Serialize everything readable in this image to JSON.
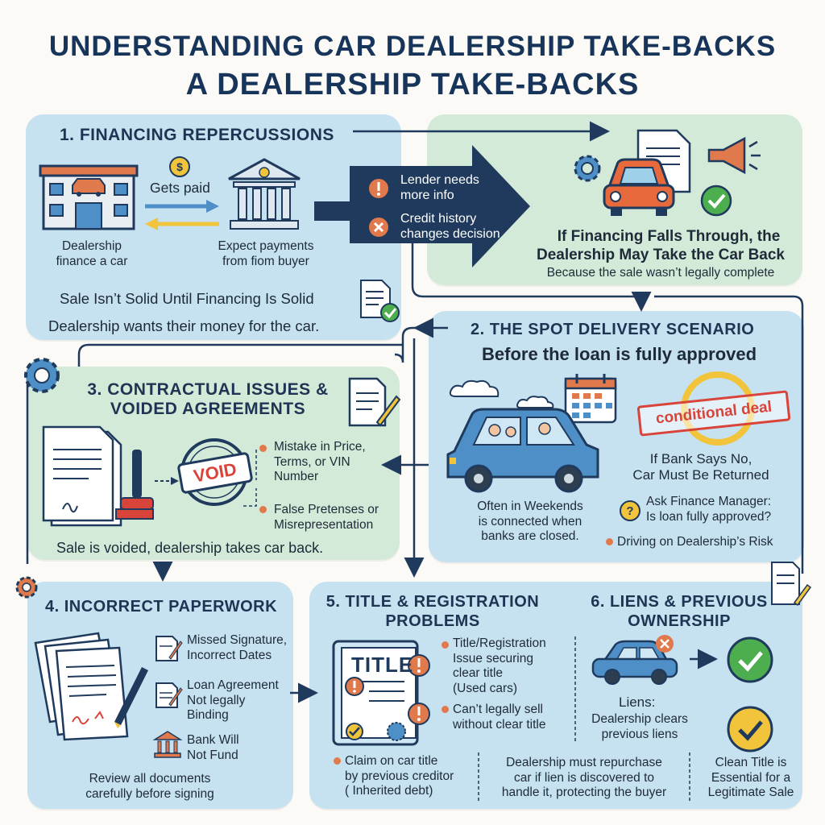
{
  "title": {
    "line1": "UNDERSTANDING CAR DEALERSHIP TAKE-BACKS",
    "line2": "A DEALERSHIP TAKE-BACKS"
  },
  "financing": {
    "heading": "1. FINANCING REPERCUSSIONS",
    "gets_paid": "Gets paid",
    "dealership_label": "Dealership\nfinance a car",
    "expect_label": "Expect payments\nfrom fiom buyer",
    "sale_not_solid": "Sale Isn’t Solid Until Financing Is Solid",
    "wants_money": "Dealership wants their money for the car."
  },
  "reasons": {
    "lender": "Lender needs\nmore info",
    "credit": "Credit history\nchanges decision"
  },
  "takeback": {
    "line1": "If Financing Falls Through, the",
    "line2": "Dealership May Take the Car Back",
    "sub": "Because the sale wasn’t legally complete"
  },
  "spot": {
    "heading": "2. THE SPOT DELIVERY SCENARIO",
    "subheading": "Before the loan is fully approved",
    "stamp": "conditional deal",
    "bank_no": "If Bank Says No,\nCar Must Be Returned",
    "weekends": "Often in Weekends\nis connected when\nbanks are closed.",
    "ask": "Ask Finance Manager:\nIs loan fully approved?",
    "risk": "Driving on Dealership’s Risk"
  },
  "contract": {
    "heading": "3. CONTRACTUAL ISSUES &\nVOIDED AGREEMENTS",
    "void_stamp": "VOID",
    "mistake": "Mistake in Price,\nTerms, or VIN\nNumber",
    "false_pretenses": "False Pretenses or\nMisrepresentation",
    "voided": "Sale is voided, dealership takes car back."
  },
  "paperwork": {
    "heading": "4. INCORRECT PAPERWORK",
    "missed_sig": "Missed Signature,\nIncorrect Dates",
    "loan_agreement": "Loan Agreement\nNot legally\nBinding",
    "bank_fund": "Bank Will\nNot Fund",
    "review": "Review all documents\ncarefully before signing"
  },
  "title_reg": {
    "heading": "5. TITLE & REGISTRATION\nPROBLEMS",
    "title_doc": "TITLE",
    "issue": "Title/Registration\nIssue securing\nclear title\n(Used cars)",
    "cant_sell": "Can’t legally sell\nwithout clear title",
    "claim": "Claim on car title\nby previous creditor\n( Inherited debt)"
  },
  "liens": {
    "heading": "6. LIENS & PREVIOUS\nOWNERSHIP",
    "liens_label": "Liens:",
    "clears": "Dealership clears\nprevious liens",
    "repurchase": "Dealership must repurchase\ncar if lien is discovered to\nhandle it, protecting the buyer",
    "clean_title": "Clean Title is\nEssential for a\nLegitimate Sale"
  },
  "colors": {
    "navy": "#1f3a5c",
    "orange": "#e07a4c",
    "green": "#4cae4f",
    "gold": "#f2c43b",
    "red": "#d9443a",
    "blue_panel": "#c6e1f0",
    "green_panel": "#d3ead9"
  }
}
